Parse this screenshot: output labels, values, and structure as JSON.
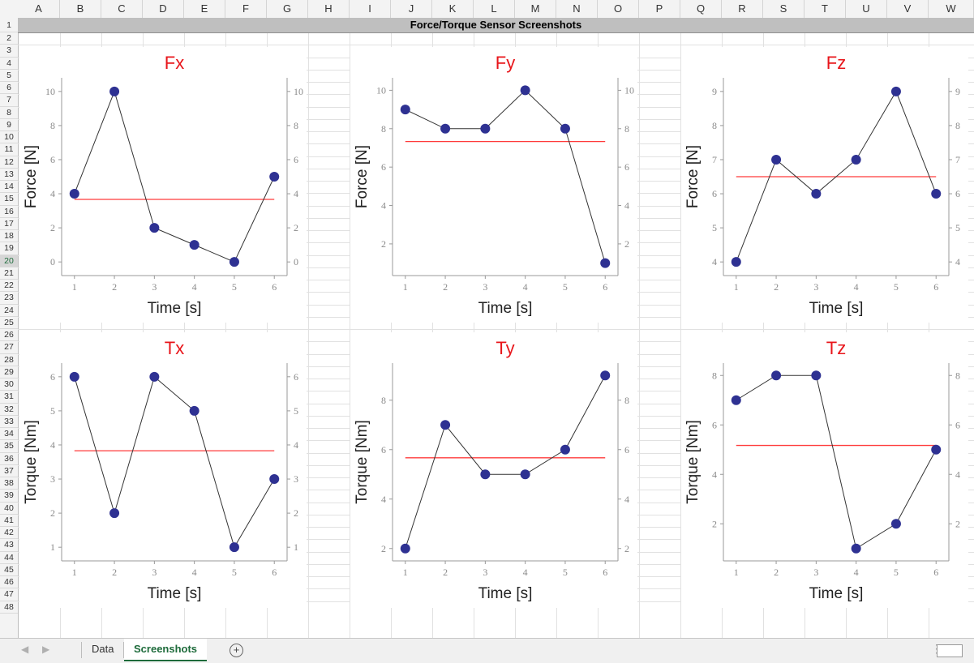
{
  "spreadsheet": {
    "columns": [
      "A",
      "B",
      "C",
      "D",
      "E",
      "F",
      "G",
      "H",
      "I",
      "J",
      "K",
      "L",
      "M",
      "N",
      "O",
      "P",
      "Q",
      "R",
      "S",
      "T",
      "U",
      "V",
      "W"
    ],
    "rows": [
      "1",
      "2",
      "3",
      "4",
      "5",
      "6",
      "7",
      "8",
      "9",
      "10",
      "11",
      "12",
      "13",
      "14",
      "15",
      "16",
      "17",
      "18",
      "19",
      "20",
      "21",
      "22",
      "23",
      "24",
      "25",
      "26",
      "27",
      "28",
      "29",
      "30",
      "31",
      "32",
      "33",
      "34",
      "35",
      "36",
      "37",
      "38",
      "39",
      "40",
      "41",
      "42",
      "43",
      "44",
      "45",
      "46",
      "47",
      "48"
    ],
    "selected_row": "20",
    "banner_title": "Force/Torque Sensor Screenshots"
  },
  "sheet_tabs": {
    "nav_prev": "◀",
    "nav_next": "▶",
    "tabs": [
      {
        "label": "Data",
        "active": false
      },
      {
        "label": "Screenshots",
        "active": true
      }
    ],
    "add_label": "+",
    "more_label": "⋮"
  },
  "colors": {
    "title": "#e8161b",
    "marker": "#2e3192",
    "line": "#333333",
    "mean": "#ff3b3b",
    "axis": "#999999"
  },
  "chart_data": [
    {
      "type": "line",
      "title": "Fx",
      "xlabel": "Time [s]",
      "ylabel": "Force [N]",
      "x": [
        1,
        2,
        3,
        4,
        5,
        6
      ],
      "y": [
        4,
        10,
        2,
        1,
        0,
        5
      ],
      "mean": 3.67,
      "yticks": [
        0,
        2,
        4,
        6,
        8,
        10
      ],
      "ylim": [
        -0.8,
        10.8
      ]
    },
    {
      "type": "line",
      "title": "Fy",
      "xlabel": "Time [s]",
      "ylabel": "Force [N]",
      "x": [
        1,
        2,
        3,
        4,
        5,
        6
      ],
      "y": [
        9,
        8,
        8,
        10,
        8,
        1
      ],
      "mean": 7.33,
      "yticks": [
        2,
        4,
        6,
        8,
        10
      ],
      "ylim": [
        0.35,
        10.65
      ]
    },
    {
      "type": "line",
      "title": "Fz",
      "xlabel": "Time [s]",
      "ylabel": "Force [N]",
      "x": [
        1,
        2,
        3,
        4,
        5,
        6
      ],
      "y": [
        4,
        7,
        6,
        7,
        9,
        6
      ],
      "mean": 6.5,
      "yticks": [
        4,
        5,
        6,
        7,
        8,
        9
      ],
      "ylim": [
        3.6,
        9.4
      ]
    },
    {
      "type": "line",
      "title": "Tx",
      "xlabel": "Time [s]",
      "ylabel": "Torque [Nm]",
      "x": [
        1,
        2,
        3,
        4,
        5,
        6
      ],
      "y": [
        6,
        2,
        6,
        5,
        1,
        3
      ],
      "mean": 3.83,
      "yticks": [
        1,
        2,
        3,
        4,
        5,
        6
      ],
      "ylim": [
        0.6,
        6.4
      ]
    },
    {
      "type": "line",
      "title": "Ty",
      "xlabel": "Time [s]",
      "ylabel": "Torque [Nm]",
      "x": [
        1,
        2,
        3,
        4,
        5,
        6
      ],
      "y": [
        2,
        7,
        5,
        5,
        6,
        9
      ],
      "mean": 5.67,
      "yticks": [
        2,
        4,
        6,
        8
      ],
      "ylim": [
        1.5,
        9.5
      ]
    },
    {
      "type": "line",
      "title": "Tz",
      "xlabel": "Time [s]",
      "ylabel": "Torque [Nm]",
      "x": [
        1,
        2,
        3,
        4,
        5,
        6
      ],
      "y": [
        7,
        8,
        8,
        1,
        2,
        5
      ],
      "mean": 5.17,
      "yticks": [
        2,
        4,
        6,
        8
      ],
      "ylim": [
        0.5,
        8.5
      ]
    }
  ]
}
